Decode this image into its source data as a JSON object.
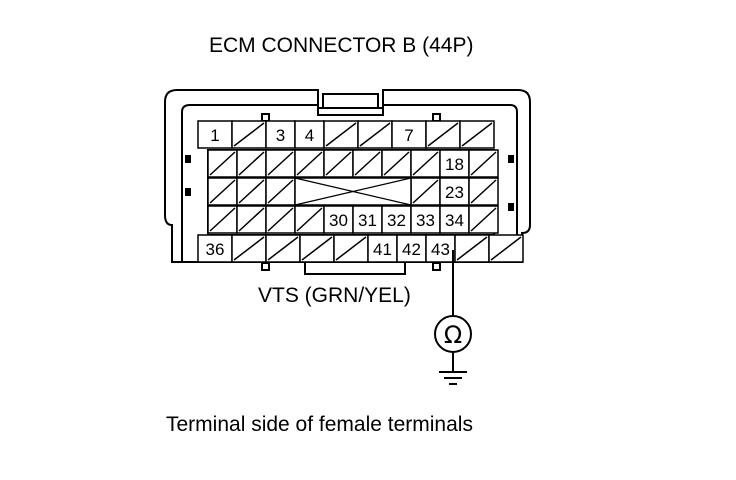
{
  "diagram": {
    "title": "ECM CONNECTOR B (44P)",
    "wire_label": "VTS (GRN/YEL)",
    "caption": "Terminal side of female terminals",
    "meter_symbol": "Ω",
    "rows": [
      {
        "labels": [
          "1",
          "",
          "3",
          "4",
          "",
          "",
          "7",
          "",
          ""
        ]
      },
      {
        "labels": [
          "",
          "",
          "",
          "",
          "",
          "",
          "",
          "",
          "18",
          ""
        ]
      },
      {
        "labels": [
          "",
          "",
          "",
          "",
          "",
          "",
          "",
          "",
          "23",
          ""
        ]
      },
      {
        "labels": [
          "",
          "",
          "",
          "",
          "30",
          "31",
          "32",
          "33",
          "34",
          ""
        ]
      },
      {
        "labels": [
          "36",
          "",
          "",
          "",
          "",
          "41",
          "42",
          "43",
          "",
          ""
        ]
      }
    ],
    "probed_terminal": "43"
  }
}
